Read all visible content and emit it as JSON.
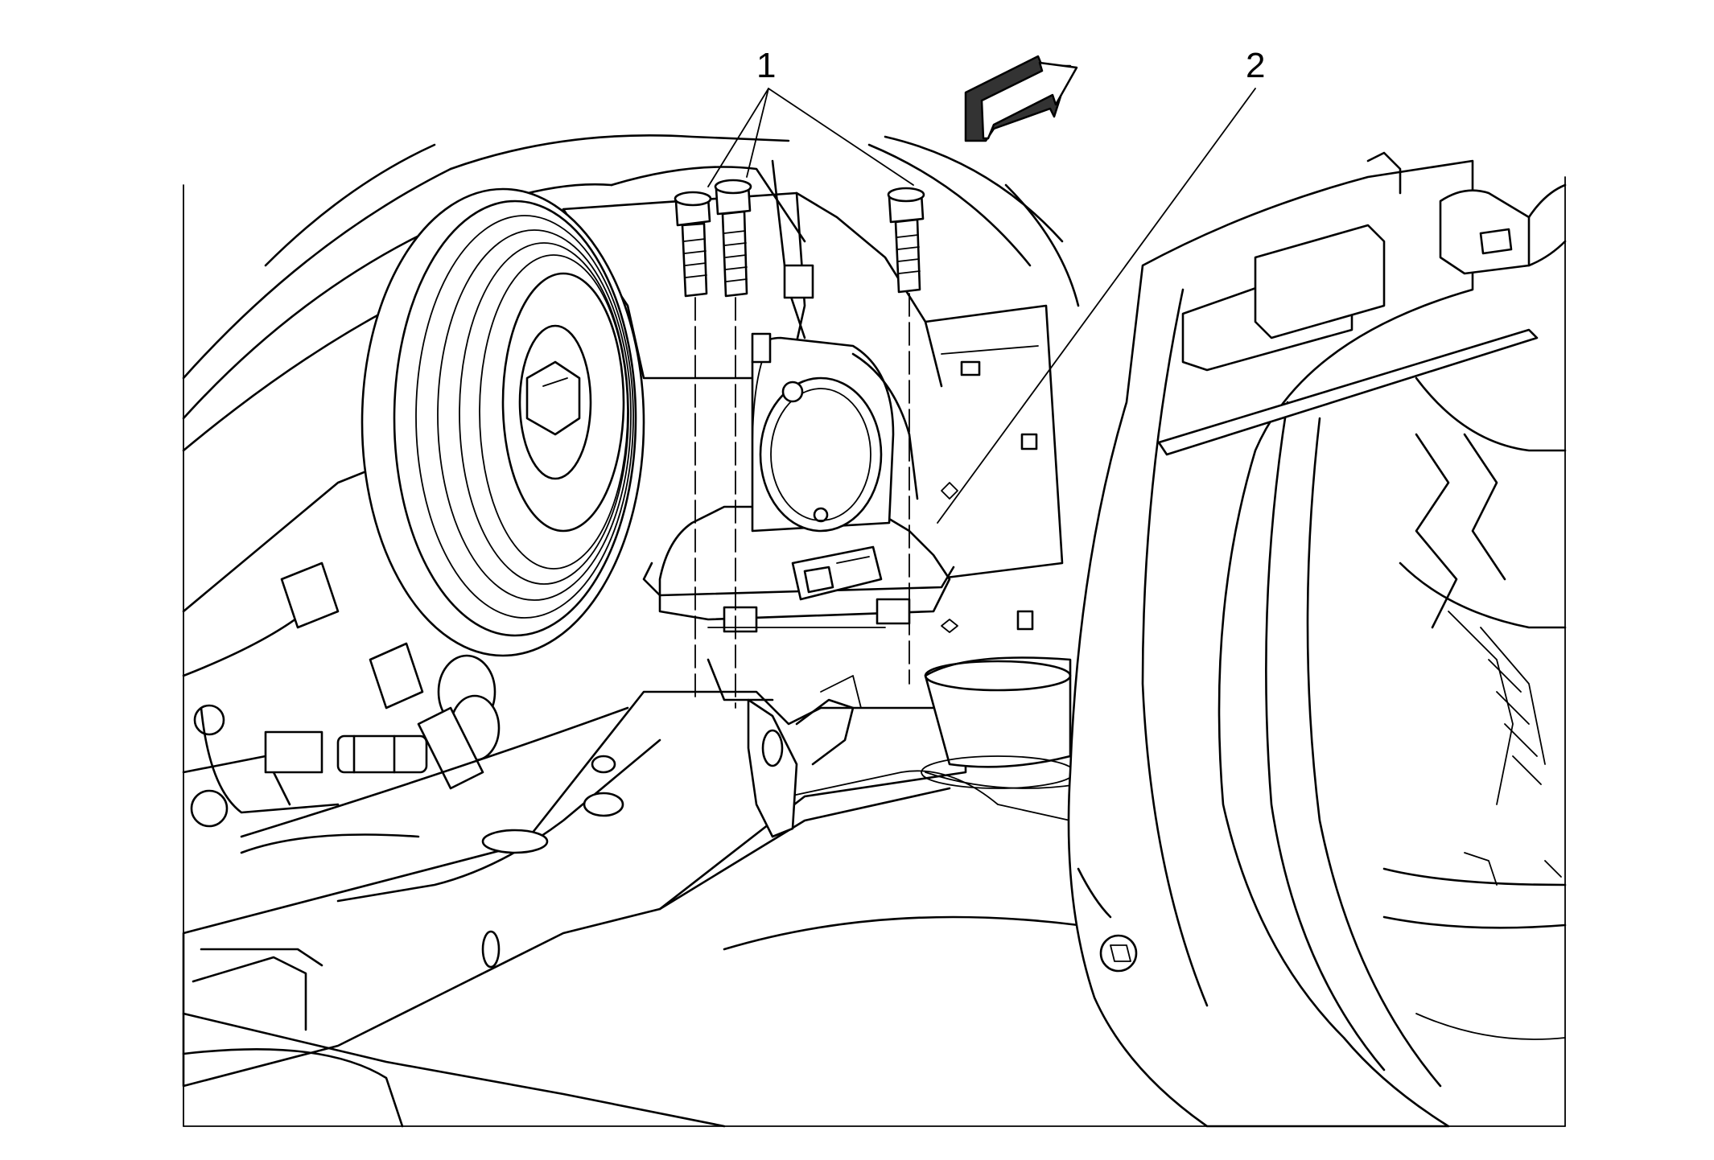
{
  "figure": {
    "callouts": [
      {
        "id": "1",
        "label": "1"
      },
      {
        "id": "2",
        "label": "2"
      }
    ],
    "colors": {
      "line": "#000000",
      "background": "#ffffff",
      "arrow_shade": "#333333"
    },
    "icons": [
      "direction-arrow-icon"
    ]
  }
}
